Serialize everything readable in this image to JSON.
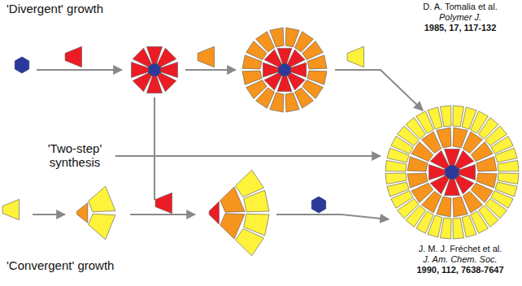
{
  "diagram": {
    "labels": [
      "'Divergent' growth",
      "'Two-step' synthesis",
      "'Convergent' growth",
      "D. A. Tomalia et al.",
      "Polymer J.",
      "1985, 17, 117-132",
      "J. M. J. Fréchet et al.",
      "J. Am. Chem. Soc.",
      "1990, 112, 7638-7647"
    ]
  }
}
